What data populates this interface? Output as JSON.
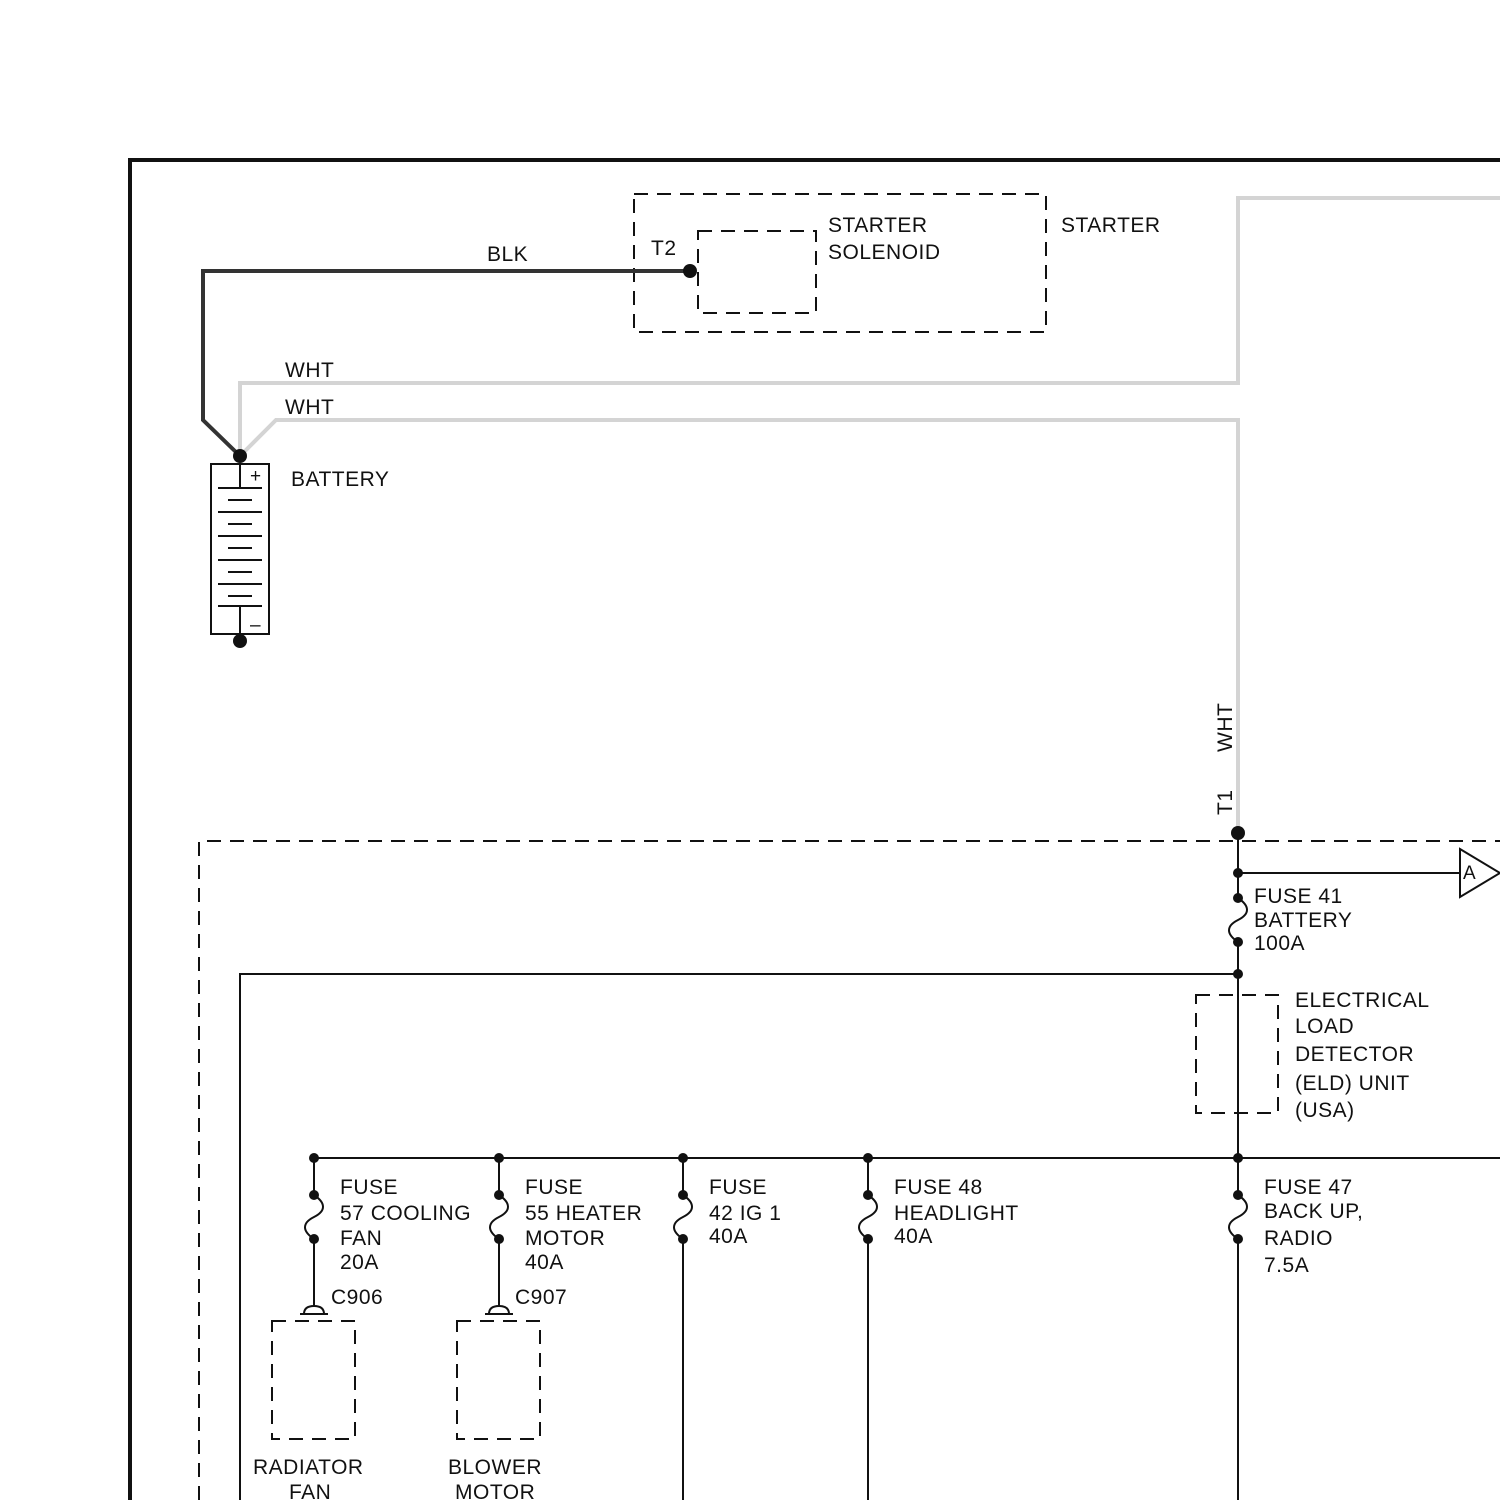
{
  "labels": {
    "blk": "BLK",
    "t2": "T2",
    "starter_solenoid_1": "STARTER",
    "starter_solenoid_2": "SOLENOID",
    "starter": "STARTER",
    "wht_1": "WHT",
    "wht_2": "WHT",
    "wht_vertical": "WHT",
    "t1": "T1",
    "battery": "BATTERY",
    "battery_plus": "+",
    "battery_minus": "–",
    "connector_a": "A",
    "fuse41": [
      "FUSE 41",
      "BATTERY",
      "100A"
    ],
    "eld": [
      "ELECTRICAL",
      "LOAD",
      "DETECTOR",
      "(ELD) UNIT",
      "(USA)"
    ],
    "fuse57": [
      "FUSE",
      "57 COOLING",
      "FAN",
      "20A"
    ],
    "fuse55": [
      "FUSE",
      "55 HEATER",
      "MOTOR",
      "40A"
    ],
    "fuse42": [
      "FUSE",
      "42 IG 1",
      "40A"
    ],
    "fuse48": [
      "FUSE 48",
      "HEADLIGHT",
      "40A"
    ],
    "fuse47": [
      "FUSE 47",
      "BACK UP,",
      "RADIO",
      "7.5A"
    ],
    "c906": "C906",
    "c907": "C907",
    "radiator_fan": [
      "RADIATOR",
      "FAN"
    ],
    "blower_motor": [
      "BLOWER",
      "MOTOR"
    ]
  }
}
